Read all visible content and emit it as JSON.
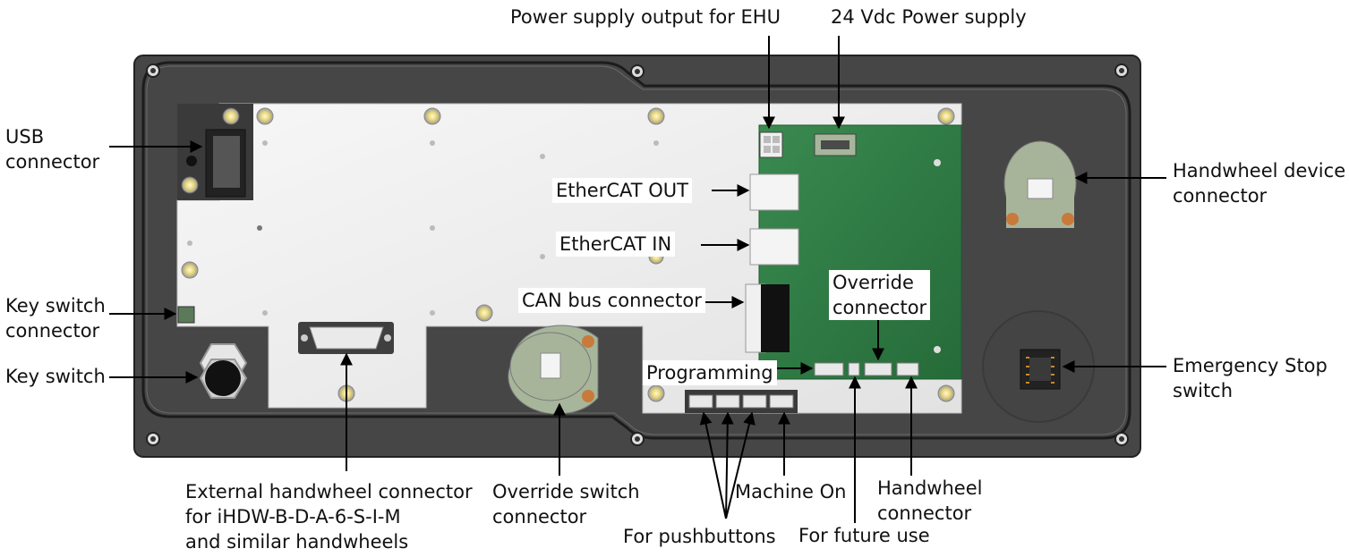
{
  "labels": {
    "power_supply_output": "Power supply output for EHU",
    "power_supply_24v": "24 Vdc Power supply",
    "usb_connector": [
      "USB",
      "connector"
    ],
    "handwheel_device_connector": [
      "Handwheel device",
      "connector"
    ],
    "ethercat_out": "EtherCAT OUT",
    "ethercat_in": "EtherCAT IN",
    "can_bus_connector": "CAN bus connector",
    "override_connector": [
      "Override",
      "connector"
    ],
    "key_switch_connector": [
      "Key switch",
      "connector"
    ],
    "key_switch": "Key switch",
    "programming": "Programming",
    "emergency_stop_switch": [
      "Emergency Stop",
      "switch"
    ],
    "external_handwheel_connector": [
      "External handwheel connector",
      "for iHDW-B-D-A-6-S-I-M",
      "and similar handwheels"
    ],
    "override_switch_connector": [
      "Override switch",
      "connector"
    ],
    "machine_on": "Machine On",
    "handwheel_connector": [
      "Handwheel",
      "connector"
    ],
    "for_pushbuttons": "For pushbuttons",
    "for_future_use": "For future use"
  },
  "colors": {
    "housing": "#4a4a4a",
    "housing_edge": "#2a2a2a",
    "plate": "#eeeeee",
    "pcb": "#2f7d45",
    "connector": "#f2f2f2",
    "arrow": "#000000"
  }
}
